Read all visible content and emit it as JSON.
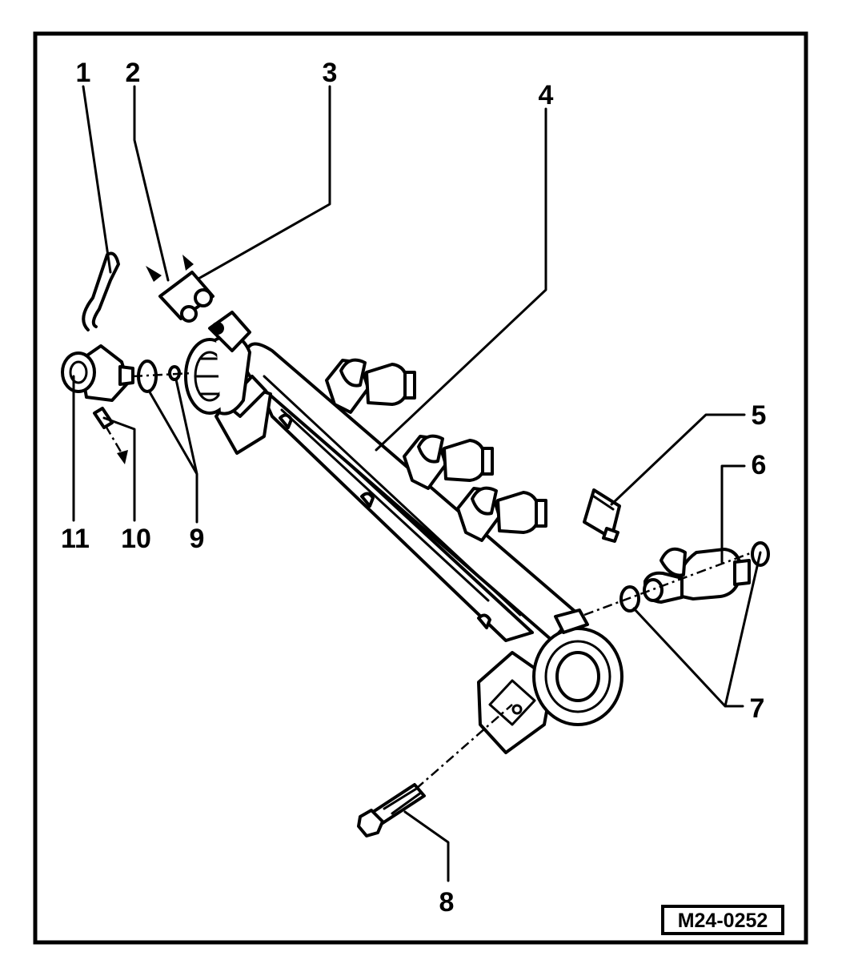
{
  "callouts": [
    "1",
    "2",
    "3",
    "4",
    "5",
    "6",
    "7",
    "8",
    "9",
    "10",
    "11"
  ],
  "reference": "M24-0252"
}
